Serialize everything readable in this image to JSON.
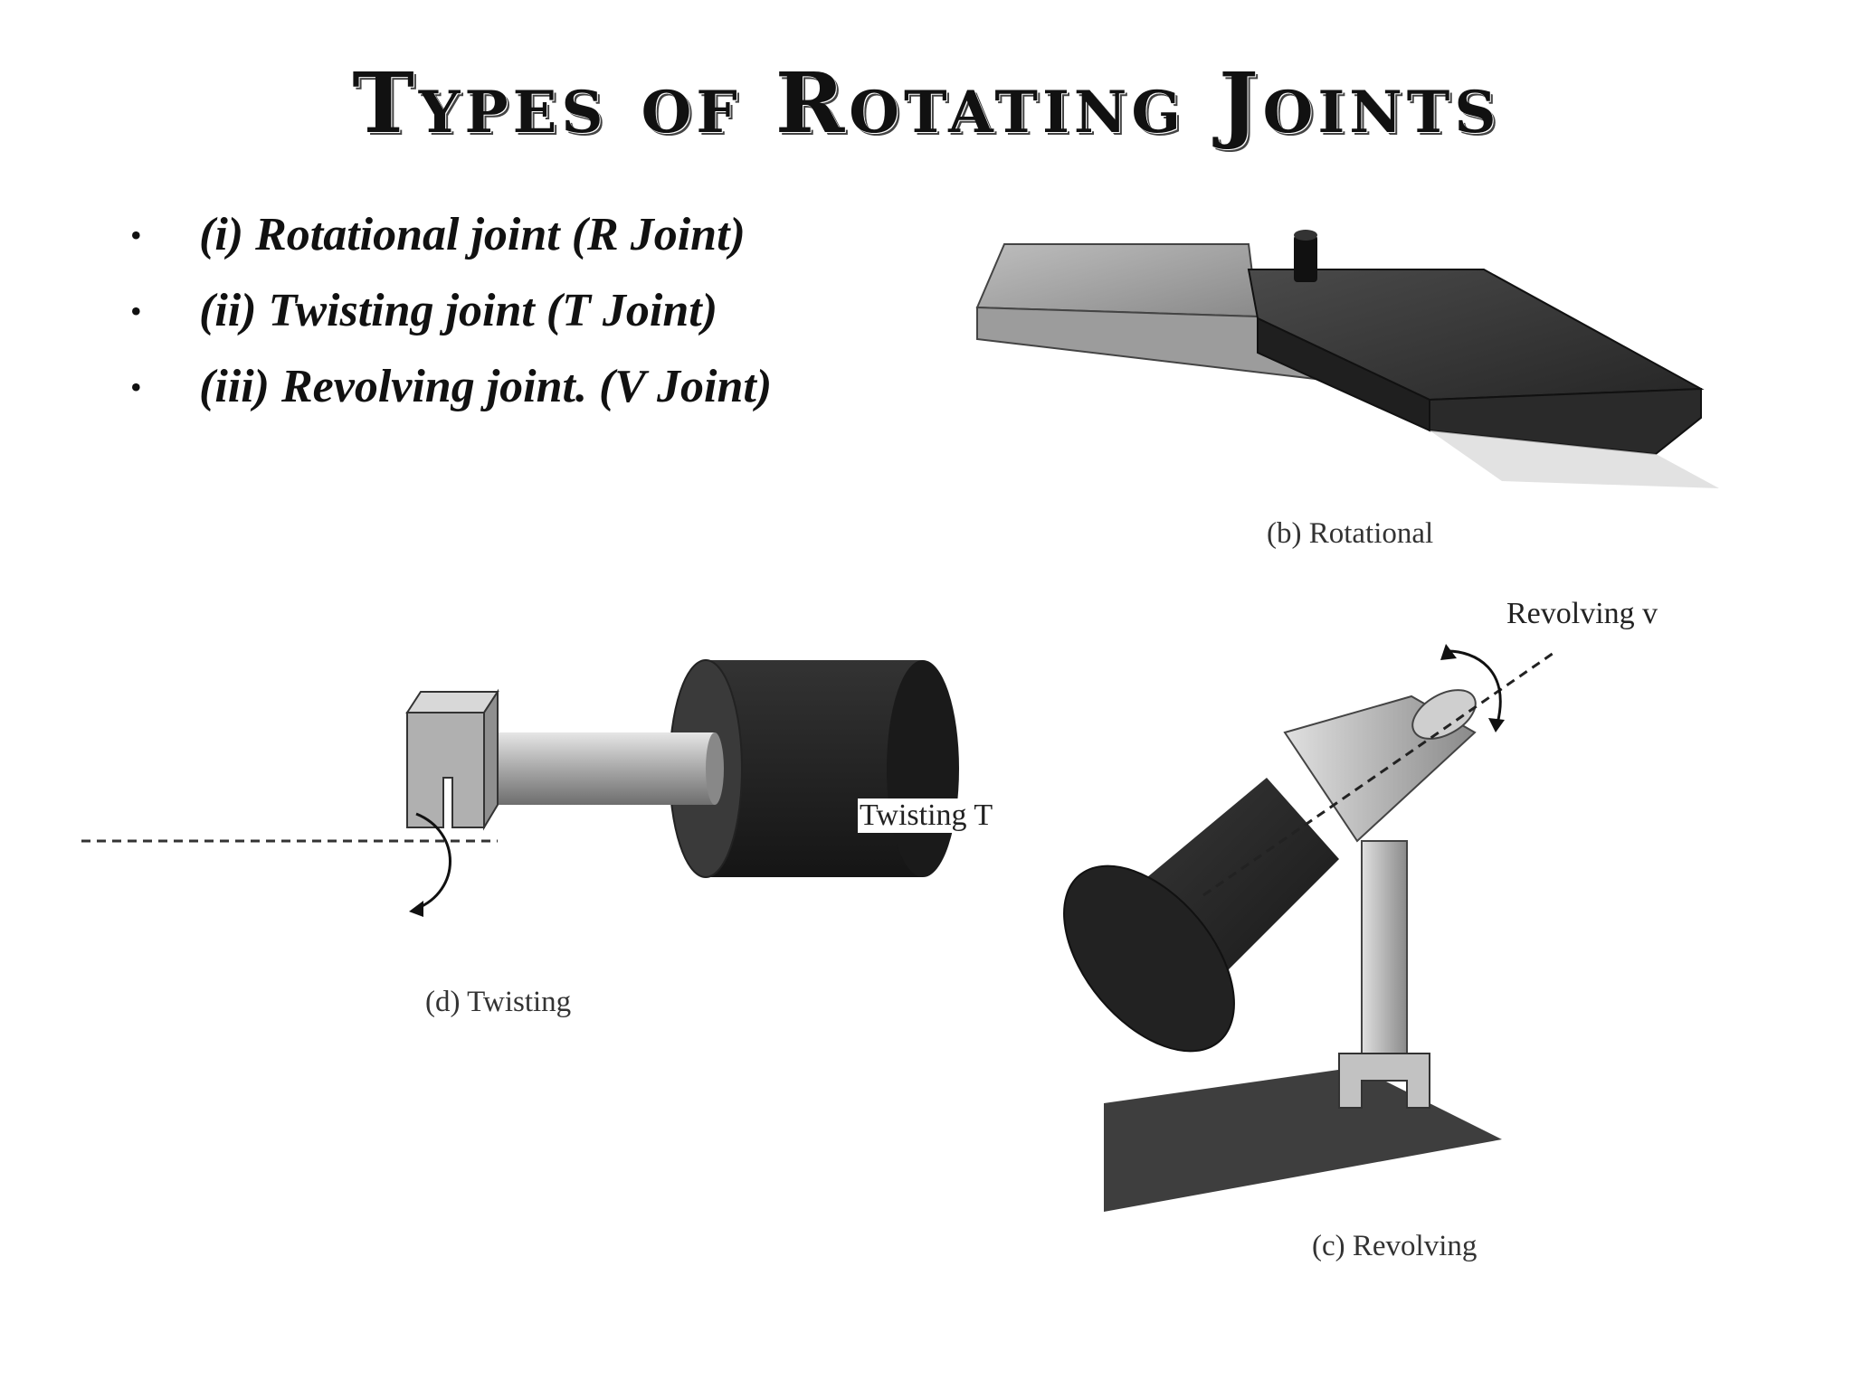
{
  "slide": {
    "title": "Types of Rotating Joints",
    "bullets": [
      {
        "bullet": "•",
        "text": "(i) Rotational joint (R Joint)"
      },
      {
        "bullet": "•",
        "text": "(ii) Twisting joint (T Joint)"
      },
      {
        "bullet": "•",
        "text": "(iii) Revolving joint. (V Joint)"
      }
    ]
  },
  "figures": {
    "rotational": {
      "caption": "(b) Rotational"
    },
    "twisting": {
      "caption": "(d) Twisting",
      "label": "Twisting T"
    },
    "revolving": {
      "caption": "(c) Revolving",
      "label": "Revolving v"
    }
  }
}
